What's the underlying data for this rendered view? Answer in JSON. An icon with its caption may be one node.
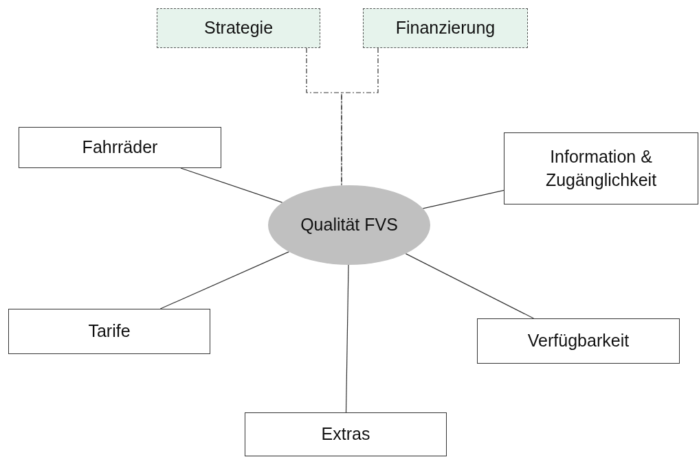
{
  "diagram": {
    "nodes": [
      {
        "text": [
          "Strategie"
        ]
      },
      {
        "text": [
          "Finanzierung"
        ]
      },
      {
        "text": [
          "Fahrräder"
        ]
      },
      {
        "text": [
          "Information & Zugänglichkeit"
        ]
      },
      {
        "text": [
          "Qualität FVS"
        ]
      },
      {
        "text": [
          "Tarife"
        ]
      },
      {
        "text": [
          "Verfügbarkeit"
        ]
      },
      {
        "text": [
          "Extras"
        ]
      }
    ],
    "edges": [
      {
        "from": 0,
        "to": 4,
        "arrow": "none",
        "style": "dashed"
      },
      {
        "from": 1,
        "to": 4,
        "arrow": "none",
        "style": "dashed"
      },
      {
        "from": 2,
        "to": 4,
        "arrow": "none"
      },
      {
        "from": 3,
        "to": 4,
        "arrow": "none"
      },
      {
        "from": 5,
        "to": 4,
        "arrow": "none"
      },
      {
        "from": 6,
        "to": 4,
        "arrow": "none"
      },
      {
        "from": 7,
        "to": 4,
        "arrow": "none"
      }
    ]
  }
}
